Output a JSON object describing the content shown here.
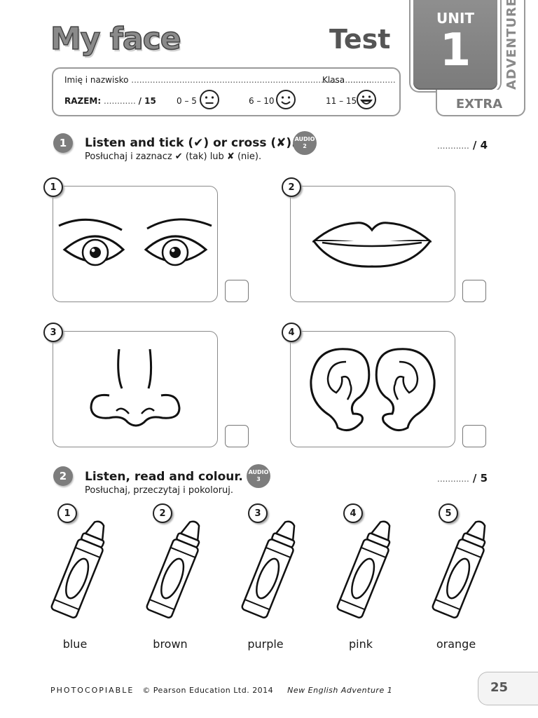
{
  "header": {
    "title": "My face",
    "test_label": "Test",
    "unit_word": "UNIT",
    "unit_number": "1",
    "series": "ADVENTURE",
    "extra": "EXTRA"
  },
  "namebox": {
    "name_label": "Imię i nazwisko",
    "name_dots": "..........................................................................................",
    "class_label": "Klasa",
    "class_dots": "..................",
    "total_label": "RAZEM:",
    "total_dots": "............",
    "total_max": "/ 15",
    "bands": [
      {
        "range": "0 – 5",
        "face": "neutral-face-icon"
      },
      {
        "range": "6 – 10",
        "face": "smile-face-icon"
      },
      {
        "range": "11 – 15",
        "face": "grin-face-icon"
      }
    ]
  },
  "exercise1": {
    "number": "1",
    "heading": "Listen and tick (✔) or cross (✘).",
    "subheading": "Posłuchaj i zaznacz ✔ (tak) lub ✘ (nie).",
    "audio_word": "AUDIO",
    "audio_number": "2",
    "score_dots": "............",
    "score_max": "/ 4",
    "items": [
      {
        "number": "1",
        "picture": "eyes-icon"
      },
      {
        "number": "2",
        "picture": "lips-icon"
      },
      {
        "number": "3",
        "picture": "nose-icon"
      },
      {
        "number": "4",
        "picture": "ears-icon"
      }
    ]
  },
  "exercise2": {
    "number": "2",
    "heading": "Listen, read and colour.",
    "subheading": "Posłuchaj, przeczytaj i pokoloruj.",
    "audio_word": "AUDIO",
    "audio_number": "3",
    "score_dots": "............",
    "score_max": "/ 5",
    "crayons": [
      {
        "number": "1",
        "colour": "blue"
      },
      {
        "number": "2",
        "colour": "brown"
      },
      {
        "number": "3",
        "colour": "purple"
      },
      {
        "number": "4",
        "colour": "pink"
      },
      {
        "number": "5",
        "colour": "orange"
      }
    ]
  },
  "footer": {
    "photocopiable": "PHOTOCOPIABLE",
    "copyright": "© Pearson Education Ltd. 2014",
    "book": "New English Adventure 1",
    "page_number": "25"
  }
}
